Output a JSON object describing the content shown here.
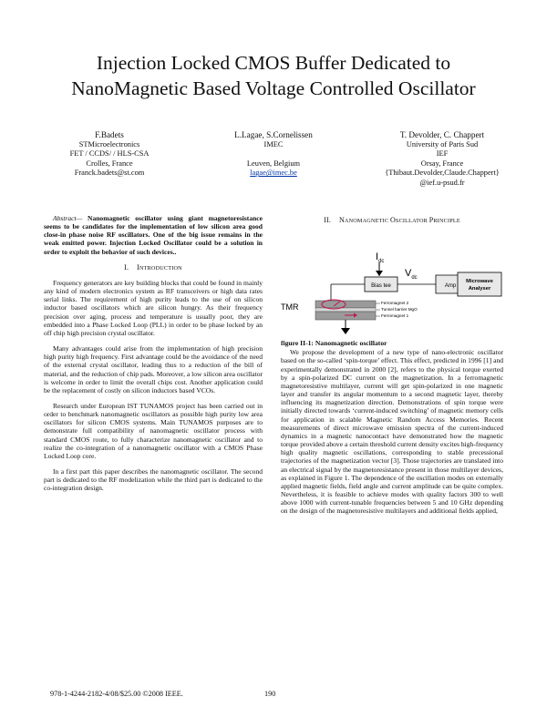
{
  "title": {
    "line1": "Injection Locked CMOS Buffer Dedicated to",
    "line2": "NanoMagnetic Based Voltage Controlled Oscillator"
  },
  "authors": [
    {
      "name": "F.Badets",
      "lines": [
        "STMicroelectronics",
        "FET / CCDS/ / HLS-CSA",
        "Crolles, France",
        "Franck.badets@st.com"
      ]
    },
    {
      "name": "L.Lagae, S.Cornelissen",
      "lines": [
        "IMEC",
        "",
        "Leuven, Belgium",
        "lagae@imec.be"
      ]
    },
    {
      "name": "T. Devolder, C. Chappert",
      "lines": [
        "University of Paris Sud",
        "IEF",
        "Orsay, France",
        "{Thibaut.Devolder,Claude.Chappert}",
        "@ief.u-psud.fr"
      ]
    }
  ],
  "abstract": {
    "label": "Abstract—",
    "text": "Nanomagnetic oscillator using giant magnetoresistance seems to be candidates for the implementation of low silicon area good close-in phase noise RF oscillators. One of the big issue remains in the weak emitted power. Injection Locked Oscillator could be a solution in order to exploit the behavior of such devices.."
  },
  "section1": {
    "number": "I.",
    "first": "I",
    "rest": "NTRODUCTION",
    "paragraphs": [
      "Frequency generators are key building blocks that could be found in mainly any kind of modern electronics system as RF transceivers or high data rates serial links. The requirement of high purity leads to the use of on silicon inductor based oscillators which are silicon hungry. As their frequency precision over aging, process and temperature is usually poor, they are embedded into a Phase Locked Loop (PLL) in order to be phase locked by an off chip high precision crystal oscillator.",
      "Many advantages could arise from the implementation of high precision high purity high frequency. First advantage could be the avoidance of the need of the external crystal oscillator, leading thus to a reduction of the bill of material, and the reduction of chip pads. Moreover, a low silicon area oscillator is welcome in order to limit the overall chips cost. Another application could be the replacement of costly on silicon inductors based VCOs.",
      "Research under European IST TUNAMOS project has been carried out in order to benchmark nanomagnetic oscillators as possible high purity low area oscillators for silicon CMOS systems. Main TUNAMOS purposes are to demonstrate full compatibility of nanomagnetic oscillator process with standard CMOS route, to fully characterize nanomagnetic oscillator and to realize the co-integration of a nanomagnetic oscillator with a CMOS Phase Locked Loop core.",
      "In a first part this paper describes the nanomagnetic oscillator. The second part is dedicated to the RF modelization while the third part is dedicated to the co-integration design."
    ]
  },
  "section2": {
    "number": "II.",
    "first": "N",
    "rest": "ANOMAGNETIC ",
    "first2": "O",
    "rest2": "SCILLATOR ",
    "first3": "P",
    "rest3": "RINCIPLE",
    "figure": {
      "idc": "I",
      "idc_sub": "dc",
      "vdc": "V",
      "vdc_sub": "dc",
      "bias_tee": "Bias tee",
      "amp": "Amp",
      "analyser_l1": "Microwave",
      "analyser_l2": "Analyser",
      "tmr": "TMR",
      "fm2": "Ferromagnet 2",
      "barrier": "Tunnel barrier MgO",
      "fm1": "Ferromagnet 1",
      "caption": "figure II-1: Nanomagnetic oscillator"
    },
    "paragraph": "We propose the development of a new type of nano-electronic oscillator based on the so-called ‘spin-torque’ effect. This effect, predicted in 1996 [1] and experimentally demonstrated in 2000 [2], refers to the physical torque exerted by a spin-polarized DC current on the magnetization. In a ferromagnetic magnetoresistive multilayer, current will get spin-polarized in one magnetic layer and transfer its angular momentum to a second magnetic layer, thereby influencing its magnetization direction. Demonstrations of spin torque were initially directed towards ‘current-induced switching’ of magnetic memory cells for application in scalable Magnetic Random Access Memories. Recent measurements of direct microwave emission spectra of the current-induced dynamics in a magnetic nanocontact have demonstrated how the magnetic torque provided above a certain threshold current density excites high-frequency high quality magnetic oscillations, corresponding to stable precessional trajectories of the magnetization vector [3]. Those trajectories are translated into an electrical signal by the magnetoresistance present in those multilayer devices, as explained in Figure 1. The dependence of the oscillation modes on externally applied magnetic fields, field angle and current amplitude can be quite complex. Nevertheless, it is feasible to achieve modes with quality factors 300 to well above 1000 with current-tunable frequencies between 5 and 10 GHz depending on the design of the magnetoresistive multilayers and additional fields applied,"
  },
  "footer": {
    "isbn": "978-1-4244-2182-4/08/$25.00 ©2008 IEEE.",
    "page": "190"
  }
}
